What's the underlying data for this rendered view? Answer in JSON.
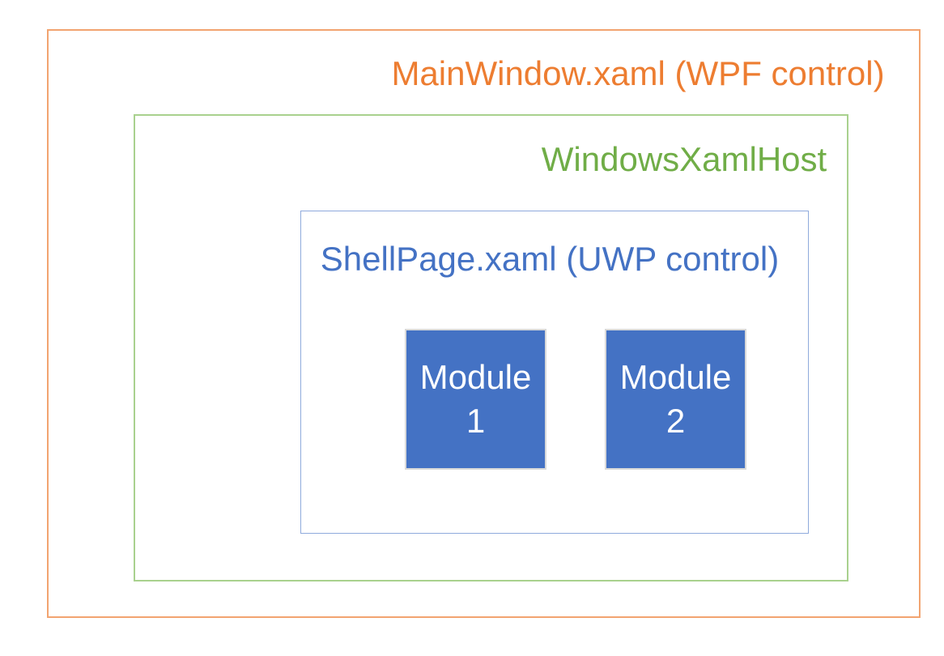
{
  "colors": {
    "background": "#FFFFFF",
    "orange-text": "#ED7D31",
    "orange-border": "#F2A470",
    "green-text": "#70AD47",
    "green-border": "#A9D18E",
    "blue-text": "#4472C4",
    "blue-border": "#8FAADC",
    "module-fill": "#4472C4",
    "module-border": "#D9D9D9",
    "module-text": "#FFFFFF"
  },
  "diagram": {
    "mainwindow": {
      "label": "MainWindow.xaml (WPF control)"
    },
    "xamlhost": {
      "label": "WindowsXamlHost"
    },
    "shellpage": {
      "label": "ShellPage.xaml (UWP control)"
    },
    "modules": [
      {
        "name": "Module 1",
        "lines": [
          "Module",
          "1"
        ]
      },
      {
        "name": "Module 2",
        "lines": [
          "Module",
          "2"
        ]
      }
    ]
  }
}
